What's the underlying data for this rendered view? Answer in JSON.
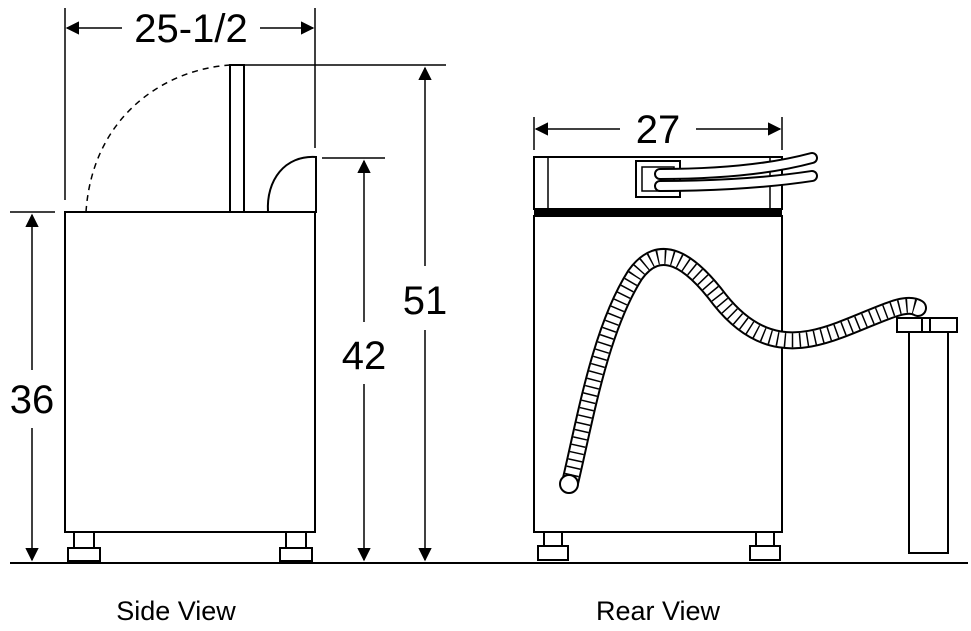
{
  "side_view": {
    "caption": "Side View",
    "dim_width": "25-1/2",
    "dim_body_height": "36",
    "dim_lid_open_height": "42",
    "dim_total_height": "51"
  },
  "rear_view": {
    "caption": "Rear View",
    "dim_width": "27"
  },
  "colors": {
    "line": "#000000",
    "background": "#ffffff"
  }
}
